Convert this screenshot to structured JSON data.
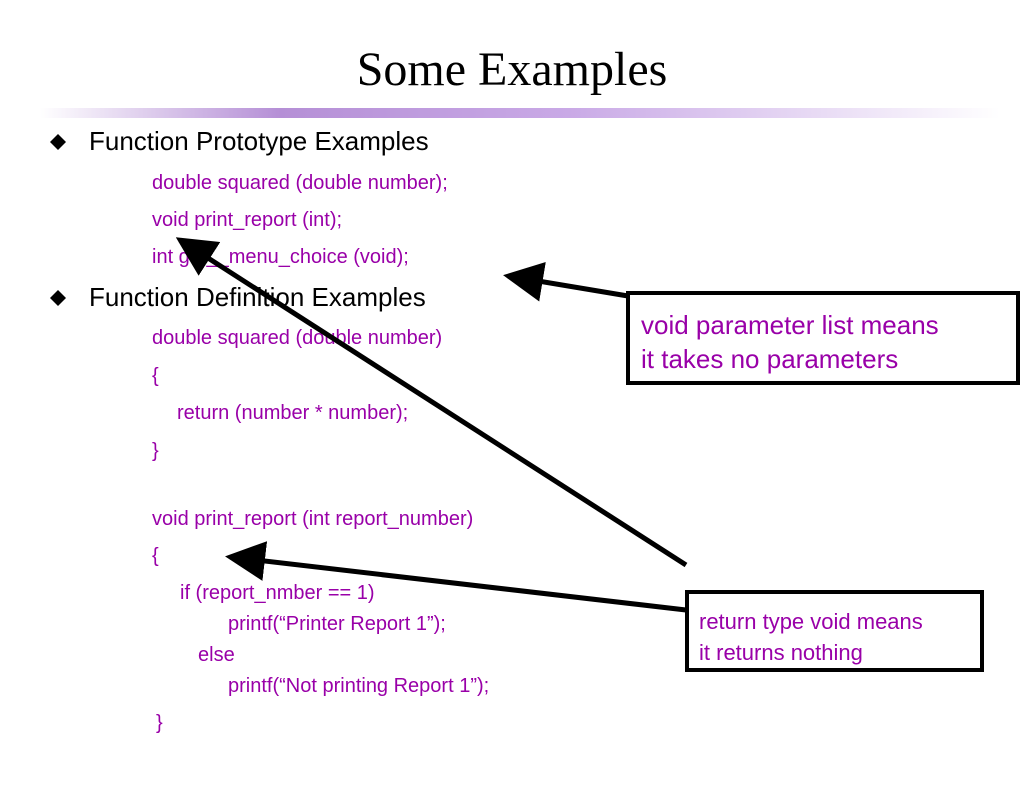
{
  "slide": {
    "title": "Some Examples",
    "bullets": [
      {
        "heading": "Function Prototype Examples",
        "lines": [
          "double squared (double number);",
          "void print_report (int);",
          "int get__menu_choice (void);"
        ]
      },
      {
        "heading": "Function Definition Examples",
        "lines": [
          "double squared (double number)",
          "{",
          "return (number * number);",
          "}",
          "void print_report (int report_number)",
          "{",
          "if (report_nmber == 1)",
          "printf(“Printer Report 1”);",
          "else",
          "printf(“Not printing Report 1”);",
          "}"
        ]
      }
    ],
    "callouts": {
      "void_param": [
        "void parameter list means",
        "it takes no parameters"
      ],
      "void_return": [
        "return type void means",
        "it returns nothing"
      ]
    },
    "colors": {
      "code": "#9900a8",
      "callout_text": "#9900a8",
      "title_rule": "#b58fd6",
      "text": "#000000"
    },
    "icons": {
      "bullet": "diamond-bullet-icon",
      "arrow": "arrow-icon"
    }
  }
}
